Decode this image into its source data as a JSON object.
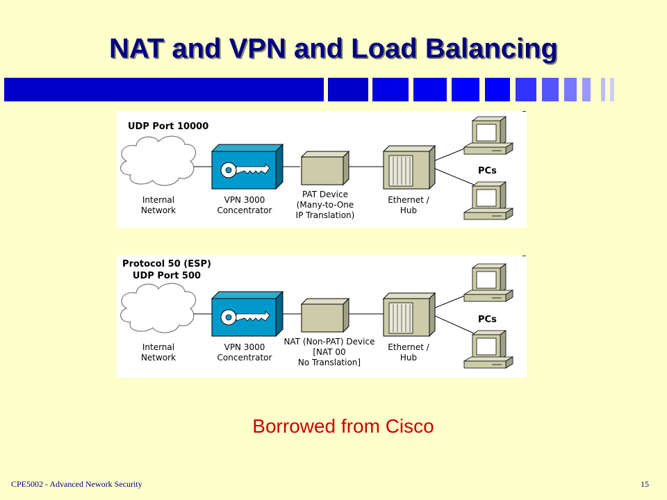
{
  "slide": {
    "title": "NAT and VPN and Load Balancing",
    "credit": "Borrowed from Cisco",
    "footer_left": "CPE5002 -  Advanced Nework Security",
    "page_number": "15"
  },
  "colors": {
    "background": "#FFFFCC",
    "title": "#000080",
    "band": "#0000CC",
    "credit": "#CC0000",
    "vpn_device": "#0099CC",
    "device_gray": "#CCCCAA"
  },
  "diagram_top": {
    "header_line1": "UDP Port 10000",
    "internal_label_line1": "Internal",
    "internal_label_line2": "Network",
    "vpn_label_line1": "VPN 3000",
    "vpn_label_line2": "Concentrator",
    "nat_label_line1": "PAT Device",
    "nat_label_line2": "(Many-to-One",
    "nat_label_line3": "IP Translation)",
    "hub_label_line1": "Ethernet /",
    "hub_label_line2": "Hub",
    "pcs_label": "PCs"
  },
  "diagram_bottom": {
    "header_line1": "Protocol 50 (ESP)",
    "header_line2": "UDP Port 500",
    "internal_label_line1": "Internal",
    "internal_label_line2": "Network",
    "vpn_label_line1": "VPN 3000",
    "vpn_label_line2": "Concentrator",
    "nat_label_line1": "NAT (Non-PAT) Device",
    "nat_label_line2": "[NAT 00",
    "nat_label_line3": "No Translation]",
    "hub_label_line1": "Ethernet /",
    "hub_label_line2": "Hub",
    "pcs_label": "PCs"
  }
}
